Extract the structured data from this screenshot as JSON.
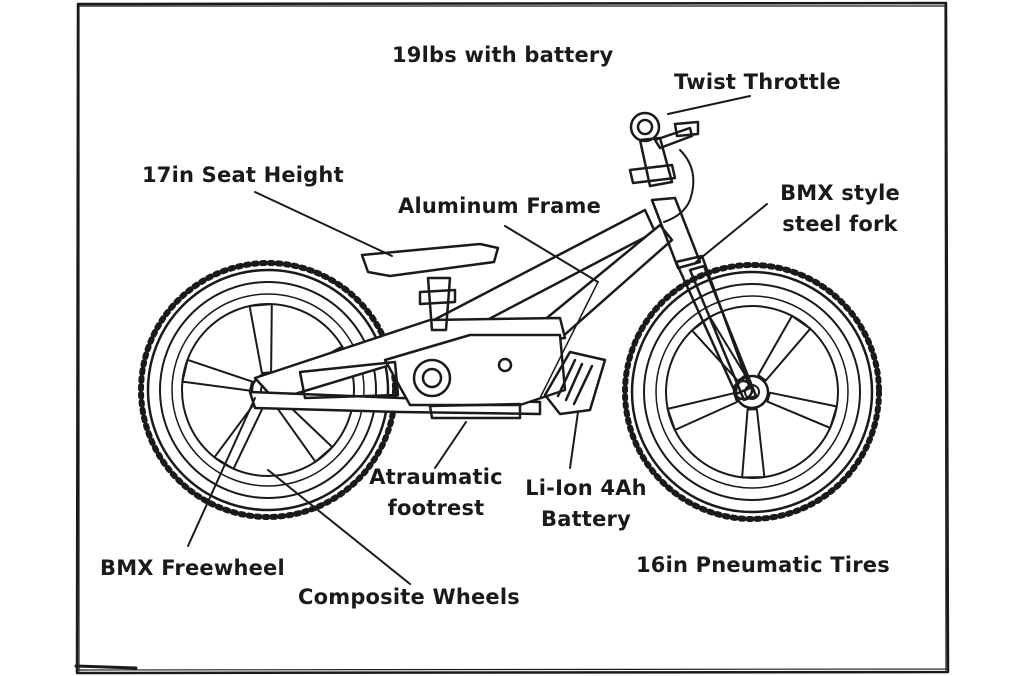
{
  "labels": {
    "weight": "19lbs with battery",
    "throttle": "Twist Throttle",
    "seat": "17in Seat Height",
    "frame": "Aluminum Frame",
    "fork_line1": "BMX style",
    "fork_line2": "steel fork",
    "footrest_line1": "Atraumatic",
    "footrest_line2": "footrest",
    "battery_line1": "Li-Ion 4Ah",
    "battery_line2": "Battery",
    "tires": "16in Pneumatic Tires",
    "freewheel": "BMX Freewheel",
    "wheels": "Composite Wheels"
  },
  "colors": {
    "ink": "#1a1a1a",
    "paper": "#ffffff"
  }
}
